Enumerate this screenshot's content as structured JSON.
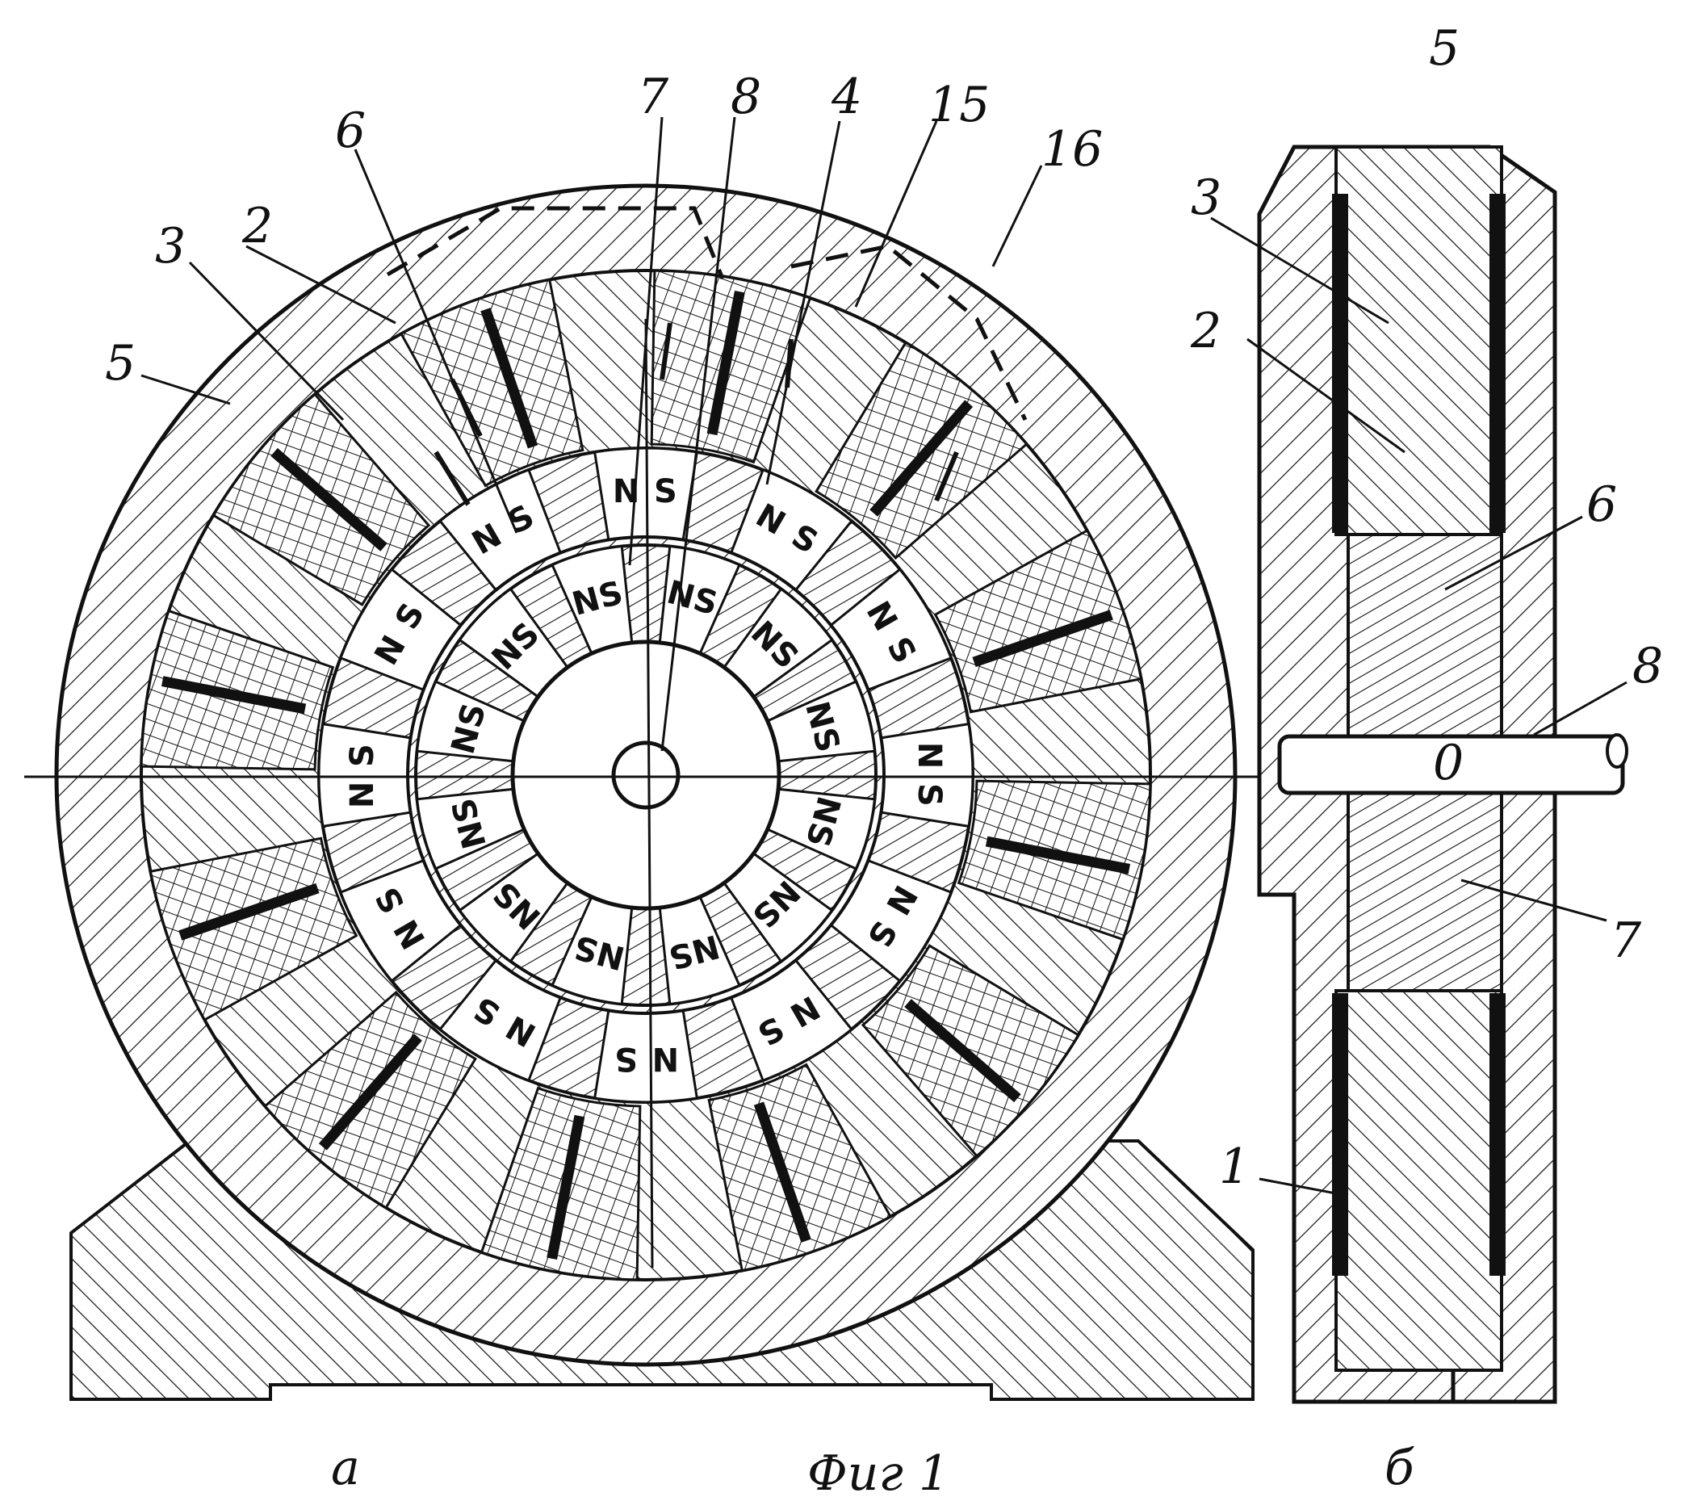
{
  "figure": {
    "caption": "Фиг 1",
    "view_a_label": "а",
    "view_b_label": "б",
    "shaft_axis_label": "0"
  },
  "callouts": {
    "front": {
      "c1": "2",
      "c2": "3",
      "c3": "5",
      "c4": "6",
      "c5": "7",
      "c6": "8",
      "c7": "4",
      "c8": "15",
      "c9": "16"
    },
    "side": {
      "s5": "5",
      "s3": "3",
      "s2": "2",
      "s6": "6",
      "s8": "8",
      "s7": "7",
      "s1": "1"
    }
  },
  "poles": {
    "north": "N",
    "south": "S"
  },
  "counts": {
    "stator_teeth": 12,
    "outer_magnets": 12,
    "inner_magnets": 12
  },
  "colors": {
    "ink": "#111111",
    "paper": "#ffffff"
  }
}
